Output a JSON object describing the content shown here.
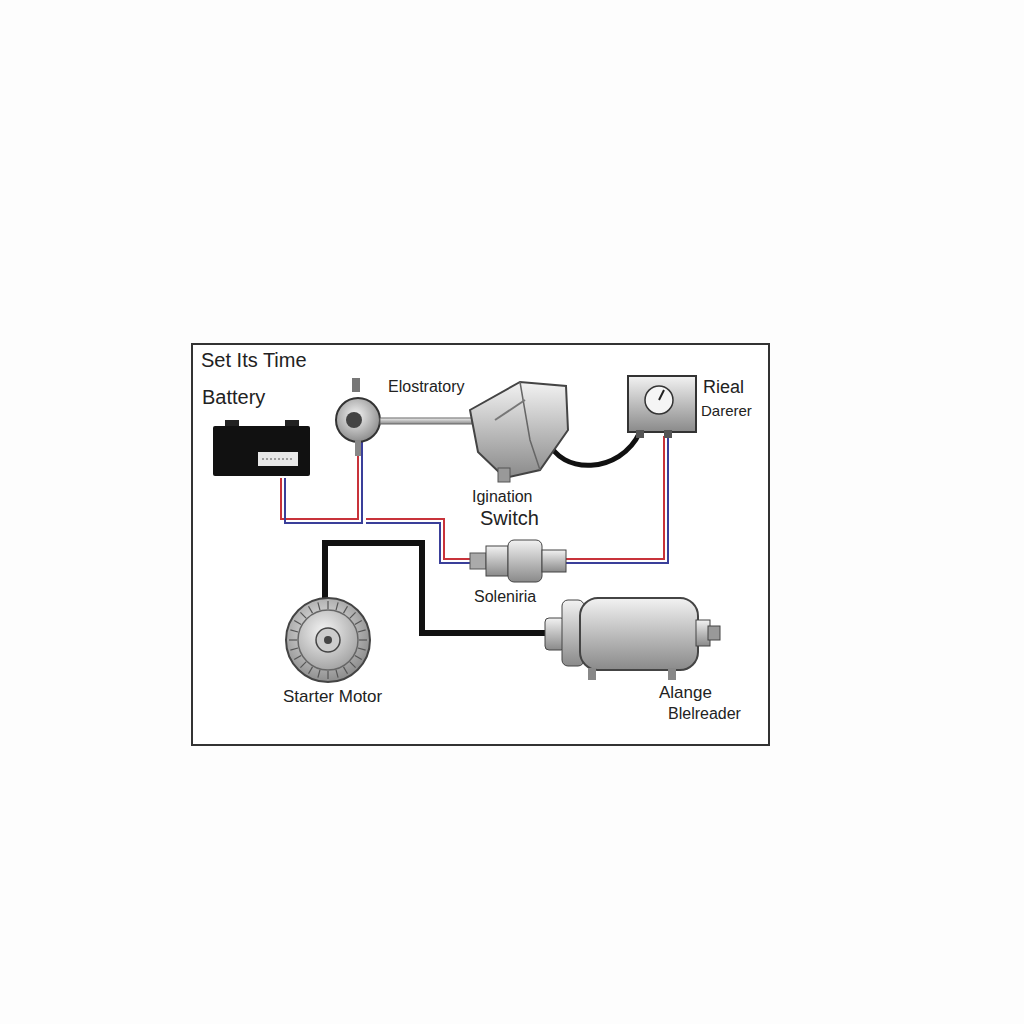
{
  "diagram": {
    "title": "Set Its Time",
    "labels": [
      "Battery",
      "Elostratory",
      "Rieal",
      "Darerer",
      "Igination",
      "Switch",
      "Soleniria",
      "Starter Motor",
      "Alange",
      "Blelreader"
    ]
  }
}
